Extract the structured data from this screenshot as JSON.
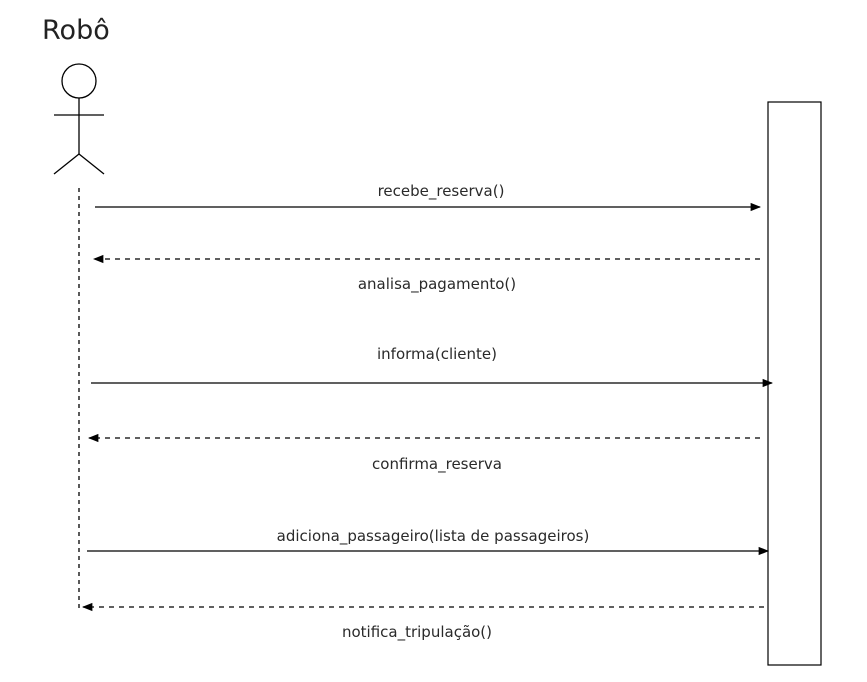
{
  "actor": {
    "name": "Robô",
    "icon": "stick-figure-icon"
  },
  "messages": [
    {
      "label": "recebe_reserva()",
      "style": "solid",
      "direction": "to-object"
    },
    {
      "label": "analisa_pagamento()",
      "style": "dashed",
      "direction": "to-actor"
    },
    {
      "label": "informa(cliente)",
      "style": "solid",
      "direction": "to-object"
    },
    {
      "label": "confirma_reserva",
      "style": "dashed",
      "direction": "to-actor"
    },
    {
      "label": "adiciona_passageiro(lista de passageiros)",
      "style": "solid",
      "direction": "to-object"
    },
    {
      "label": "notifica_tripulação()",
      "style": "dashed",
      "direction": "to-actor"
    }
  ],
  "colors": {
    "line": "#000000",
    "text": "#2a2a2a",
    "background": "#ffffff"
  }
}
